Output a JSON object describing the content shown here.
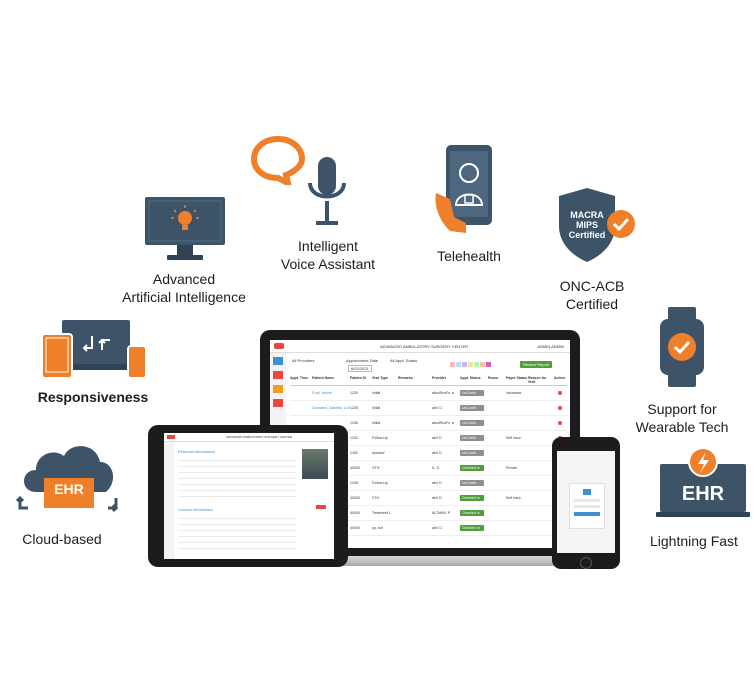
{
  "features": {
    "ai": {
      "line1": "Advanced",
      "line2": "Artificial Intelligence"
    },
    "voice": {
      "line1": "Intelligent",
      "line2": "Voice Assistant"
    },
    "telehealth": {
      "line1": "Telehealth"
    },
    "onc": {
      "line1": "ONC-ACB",
      "line2": "Certified"
    },
    "responsive": {
      "line1": "Responsiveness"
    },
    "wearable": {
      "line1": "Support for",
      "line2": "Wearable Tech"
    },
    "cloud": {
      "line1": "Cloud-based"
    },
    "fast": {
      "line1": "Lightning Fast"
    }
  },
  "badges": {
    "shield_text": [
      "MACRA",
      "MIPS",
      "Certified"
    ],
    "ehr_cloud": "EHR",
    "ehr_fast": "EHR"
  },
  "laptop": {
    "center_title": "ADVANCED AMBULATORY SURGERY CENTER",
    "user": "ADMIN ADMIN",
    "filter_providers": "All Providers",
    "filter_date": "Appointment Date",
    "filter_status": "All Appt. Status",
    "date_value": "6/02/2021",
    "button": "Review Report",
    "columns": [
      "Appt. Time",
      "Patient Name",
      "Patient ID",
      "Visit Type",
      "Remarks",
      "Provider",
      "Appt. Status",
      "Room",
      "Payer Status",
      "Reason for Visit",
      "Action"
    ],
    "rows": [
      {
        "name": "Fowl, Jennie",
        "id": "1225",
        "type": "Initial",
        "provider": "abcdRooFn, a",
        "status": "UnConfir..",
        "payer": "Insurance"
      },
      {
        "name": "Gonzales, Gabriela, a di",
        "id": "1225",
        "type": "Initial",
        "provider": "abV D",
        "status": "UnConfir..",
        "payer": ""
      },
      {
        "name": "",
        "id": "1236",
        "type": "Initial",
        "provider": "abcdRooFn, a",
        "status": "UnConfir..",
        "payer": ""
      },
      {
        "name": "",
        "id": "1232",
        "type": "Follow-Up",
        "provider": "abV D",
        "status": "UnConfir..",
        "payer": "Self Insur"
      },
      {
        "name": "",
        "id": "1400",
        "type": "eyedoof",
        "provider": "abV D",
        "status": "UnConfir..",
        "payer": ""
      },
      {
        "name": "",
        "id": "40000",
        "type": "OTH",
        "provider": "IL, S",
        "status": "Checked In",
        "payer": "Private"
      },
      {
        "name": "",
        "id": "1235",
        "type": "Follow-Up",
        "provider": "abV D",
        "status": "UnConfir..",
        "payer": ""
      },
      {
        "name": "",
        "id": "40000",
        "type": "VTH",
        "provider": "abV D",
        "status": "Checked In",
        "payer": "Self Insur"
      },
      {
        "name": "",
        "id": "40000",
        "type": "Treatment 1",
        "provider": "ALTMAN, P",
        "status": "Checked In",
        "payer": ""
      },
      {
        "name": "",
        "id": "40040",
        "type": "op, but",
        "provider": "abV D",
        "status": "Checked In",
        "payer": ""
      }
    ]
  },
  "tablet": {
    "center_title": "ADVANCED AMBULATORY SURGERY CENTER",
    "section1": "Personal Information",
    "section2": "Contact Information"
  }
}
